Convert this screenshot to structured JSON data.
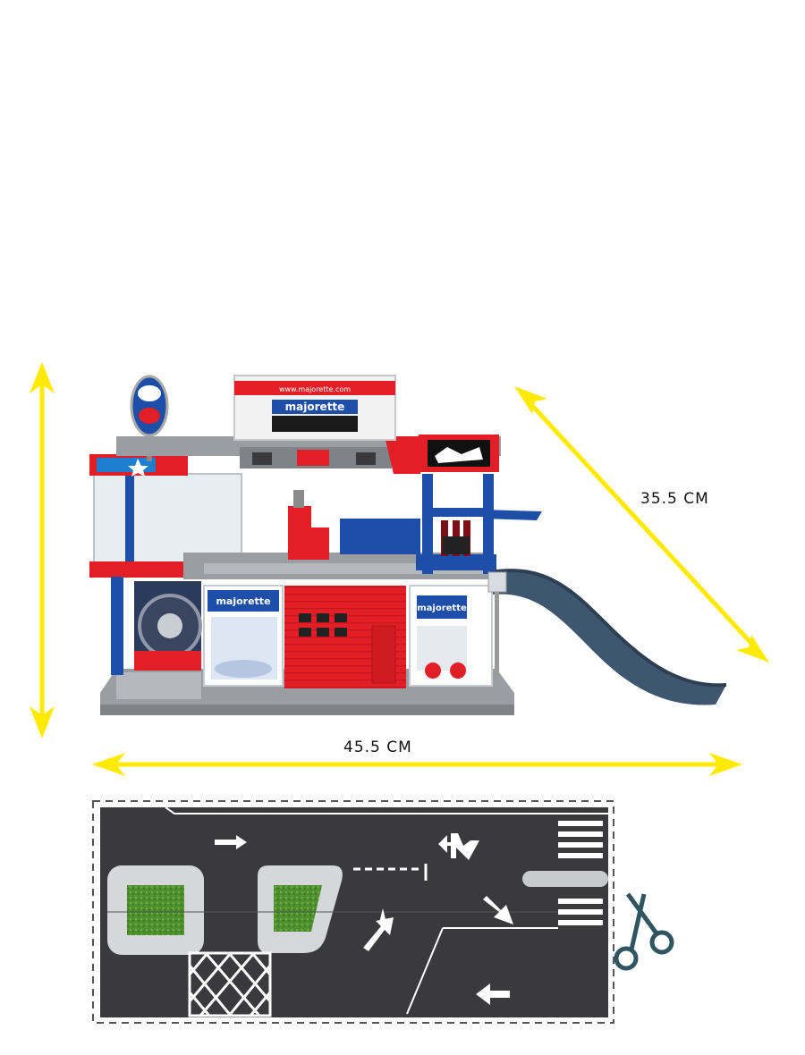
{
  "dimensions": {
    "width_label": "45.5 CM",
    "depth_label": "35.5 CM",
    "arrow_color": "#ffea00"
  },
  "product": {
    "billboard_url": "www.majorette.com",
    "brand": "majorette",
    "garage_sign_url": "www.majorette.com"
  },
  "colors": {
    "red": "#e21f26",
    "blue": "#1e4fa8",
    "grey": "#9a9ea3",
    "ramp": "#3f5670",
    "mat": "#3a3a3c"
  },
  "icons": {
    "cut": "scissors-icon"
  }
}
